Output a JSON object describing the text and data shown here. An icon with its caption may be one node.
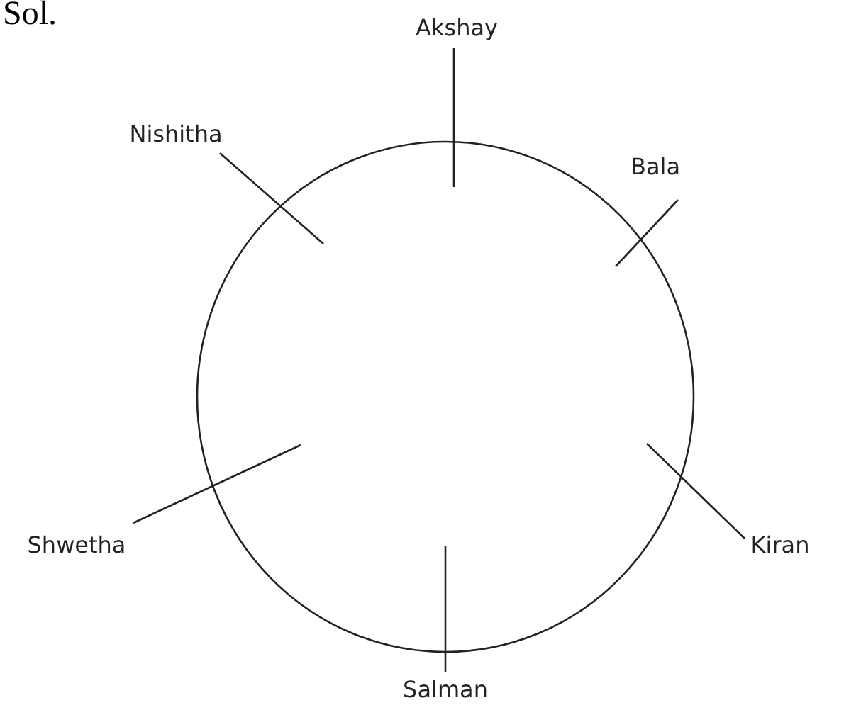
{
  "diagram": {
    "nodes": [
      {
        "text": [],
        "shape": "circle"
      },
      {
        "text": [
          "Akshay"
        ]
      },
      {
        "text": [
          "Nishitha"
        ]
      },
      {
        "text": [
          "Bala"
        ]
      },
      {
        "text": [
          "Shwetha"
        ]
      },
      {
        "text": [
          "Kiran"
        ]
      },
      {
        "text": [
          "Salman"
        ]
      }
    ],
    "edges": [
      {
        "from": 1,
        "to": 0,
        "arrow": "none"
      },
      {
        "from": 2,
        "to": 0,
        "arrow": "none"
      },
      {
        "from": 3,
        "to": 0,
        "arrow": "none"
      },
      {
        "from": 4,
        "to": 0,
        "arrow": "none"
      },
      {
        "from": 5,
        "to": 0,
        "arrow": "none"
      },
      {
        "from": 6,
        "to": 0,
        "arrow": "none"
      }
    ],
    "labels": [
      "Sol."
    ]
  }
}
